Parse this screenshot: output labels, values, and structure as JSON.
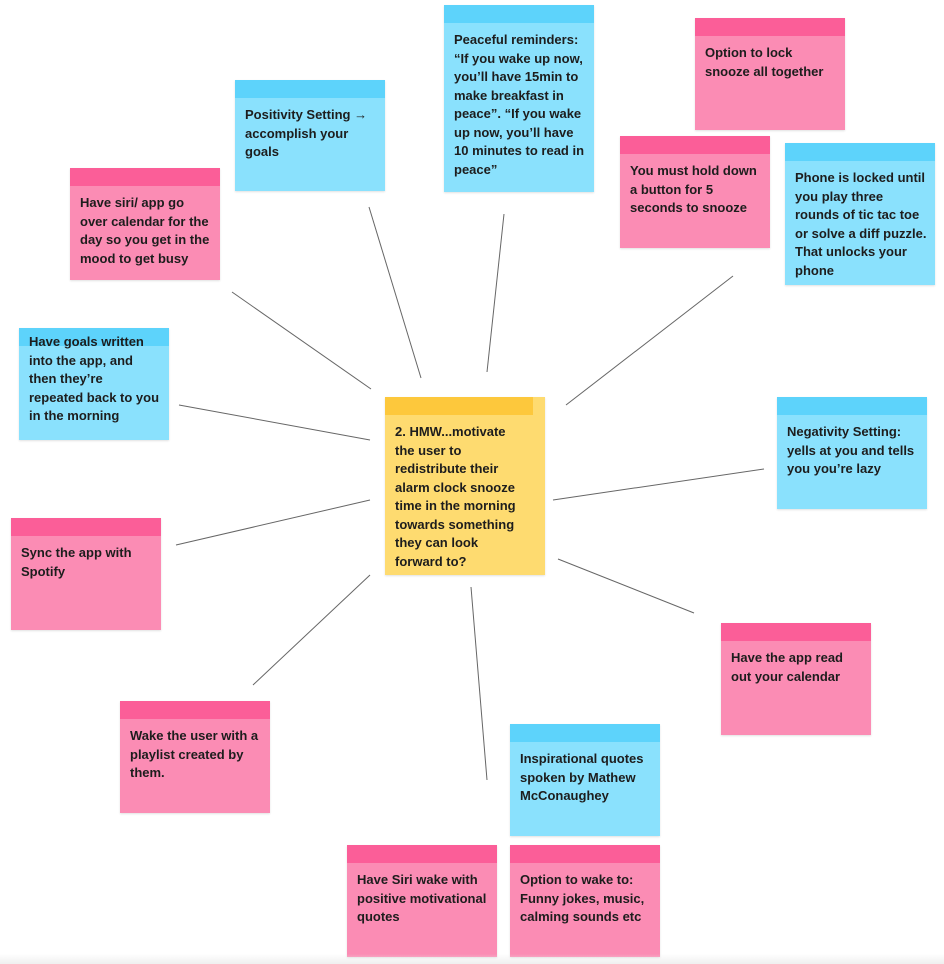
{
  "colors": {
    "pink_body": "#fb8cb4",
    "pink_bar": "#fb5e98",
    "blue_body": "#8ae1fd",
    "blue_bar": "#5dd3fb",
    "yellow_body": "#fedb70",
    "yellow_bar": "#fdc83c",
    "connector": "#666666"
  },
  "center": {
    "text": "2. HMW...motivate\nthe user to\nredistribute their\nalarm clock snooze\ntime in the morning\ntowards something\nthey can look\nforward to?"
  },
  "notes": [
    {
      "text": "Positivity Setting →\naccomplish your\ngoals"
    },
    {
      "text": "Peaceful reminders:\n“If you wake up now,\nyou’ll have 15min to\nmake breakfast in\npeace”. “If you wake\nup now, you’ll have\n10 minutes to read in\npeace”"
    },
    {
      "text": "Option to lock\nsnooze all together"
    },
    {
      "text": "You must hold down\na button for 5\nseconds to snooze"
    },
    {
      "text": "Phone is locked until\nyou play three\nrounds of tic tac toe\nor solve a diff puzzle.\nThat unlocks your\nphone"
    },
    {
      "text": "Have siri/ app go\nover calendar for the\nday so you get in the\nmood to get busy"
    },
    {
      "text": "Have goals written\ninto the app, and\nthen they’re\nrepeated back to you\nin the morning"
    },
    {
      "text": "Negativity Setting:\nyells at you and tells\nyou you’re lazy"
    },
    {
      "text": "Sync the app with\nSpotify"
    },
    {
      "text": "Have the app read\nout your calendar"
    },
    {
      "text": "Wake the user with a\nplaylist created by\nthem."
    },
    {
      "text": "Inspirational quotes\nspoken by Mathew\nMcConaughey"
    },
    {
      "text": "Have Siri wake with\npositive motivational\nquotes"
    },
    {
      "text": "Option to wake to:\nFunny jokes, music,\ncalming sounds etc"
    }
  ]
}
